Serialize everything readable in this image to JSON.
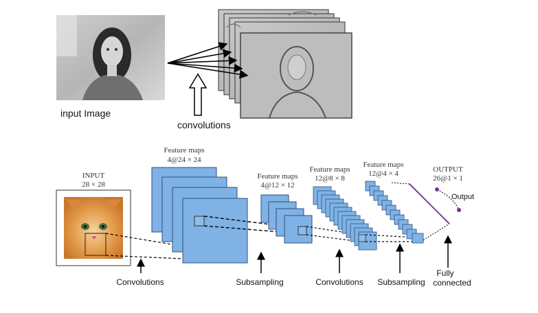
{
  "top": {
    "input_label": "input Image",
    "convolutions_label": "convolutions"
  },
  "cnn": {
    "input": {
      "title": "INPUT",
      "size": "28 × 28"
    },
    "layers": [
      {
        "title": "Feature maps",
        "size": "4@24 × 24"
      },
      {
        "title": "Feature maps",
        "size": "4@12 × 12"
      },
      {
        "title": "Feature maps",
        "size": "12@8 × 8"
      },
      {
        "title": "Feature maps",
        "size": "12@4 × 4"
      }
    ],
    "output": {
      "title": "OUTPUT",
      "size": "26@1 × 1",
      "label": "Output"
    },
    "stages": [
      "Convolutions",
      "Subsampling",
      "Convolutions",
      "Subsampling",
      "Fully",
      "connected"
    ]
  },
  "colors": {
    "map_fill": "#7fb2e5",
    "map_stroke": "#2f4f7f",
    "output_line": "#7b3fa0",
    "output_dot": "#7b2f9f"
  }
}
